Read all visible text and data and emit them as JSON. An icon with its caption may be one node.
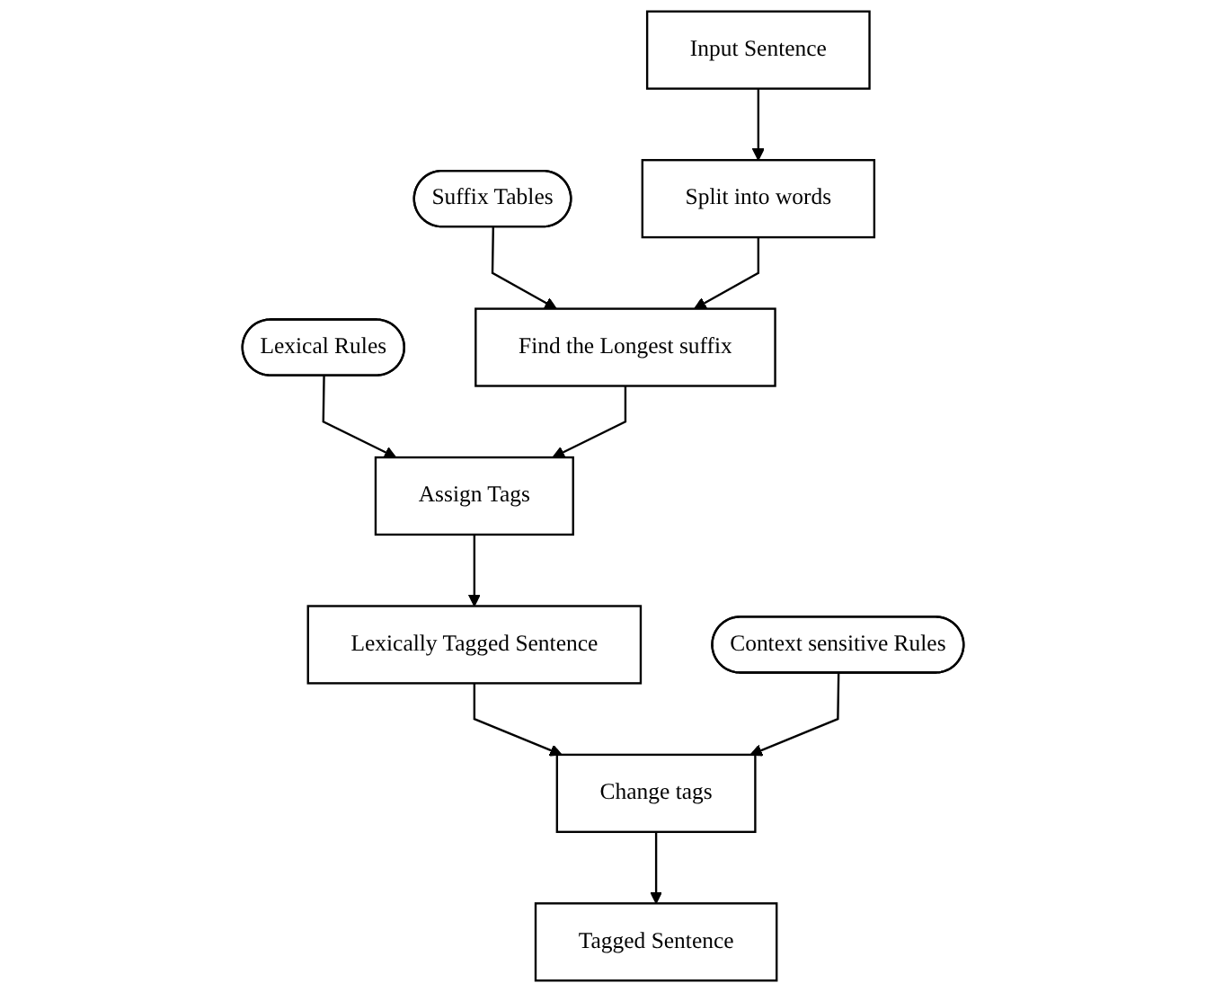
{
  "diagram": {
    "nodes": [
      {
        "text": [
          "Input Sentence"
        ]
      },
      {
        "text": [
          "Suffix Tables"
        ]
      },
      {
        "text": [
          "Lexical Rules"
        ]
      },
      {
        "text": [
          "Split into words"
        ]
      },
      {
        "text": [
          "Find the Longest suffix"
        ]
      },
      {
        "text": [
          "Assign Tags"
        ]
      },
      {
        "text": [
          "Lexically Tagged Sentence"
        ]
      },
      {
        "text": [
          "Tagged Sentence"
        ]
      },
      {
        "text": [
          "Change tags"
        ]
      },
      {
        "text": [
          "Context sensitive Rules"
        ]
      }
    ],
    "edges": [
      {
        "from": 0,
        "to": 3,
        "arrow": "to"
      },
      {
        "from": 1,
        "to": 4,
        "arrow": "to"
      },
      {
        "from": 2,
        "to": 5,
        "arrow": "to"
      },
      {
        "from": 3,
        "to": 4,
        "arrow": "to"
      },
      {
        "from": 4,
        "to": 5,
        "arrow": "to"
      },
      {
        "from": 5,
        "to": 6,
        "arrow": "to"
      },
      {
        "from": 6,
        "to": 8,
        "arrow": "to"
      },
      {
        "from": 8,
        "to": 7,
        "arrow": "to"
      },
      {
        "from": 9,
        "to": 8,
        "arrow": "to"
      }
    ]
  }
}
